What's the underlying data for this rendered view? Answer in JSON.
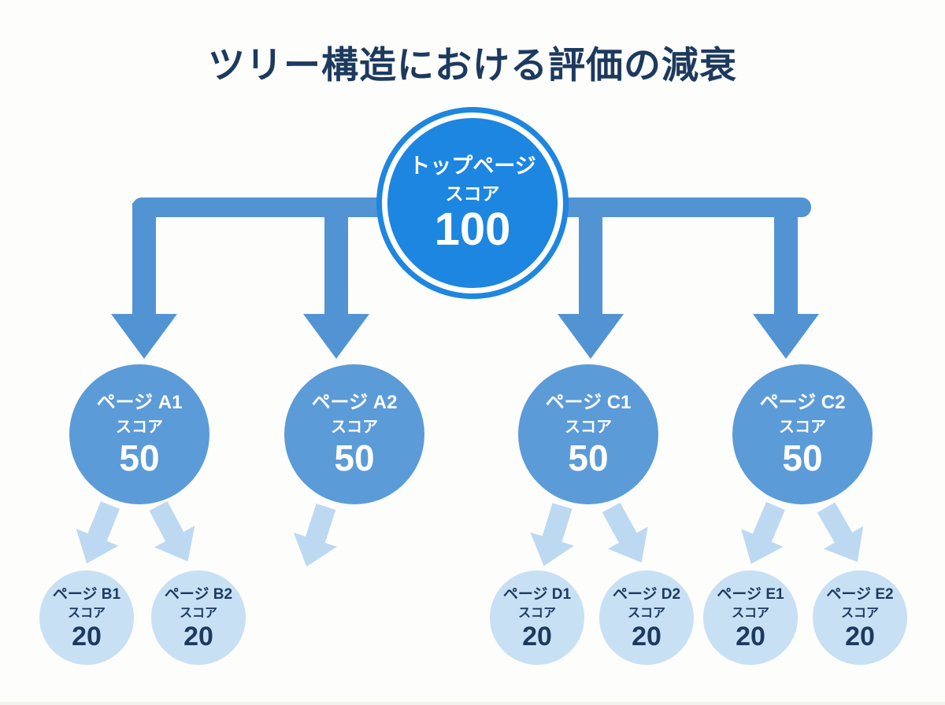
{
  "title": "ツリー構造における評価の減衰",
  "palette": {
    "title_text": "#1d3a5e",
    "root_fill": "#1d86e0",
    "branch_fill": "#5b9bd8",
    "connector": "#5294d3",
    "light_arrow": "#bdd9f2",
    "leaf_fill": "#c7e0f4",
    "leaf_text": "#1d3a5e",
    "circle_text": "#ffffff",
    "background": "#fdfdfc"
  },
  "root": {
    "label": "トップページ",
    "score_label": "スコア",
    "score": "100"
  },
  "branches": [
    {
      "id": "A1",
      "label": "ページ A1",
      "score_label": "スコア",
      "score": "50"
    },
    {
      "id": "A2",
      "label": "ページ A2",
      "score_label": "スコア",
      "score": "50"
    },
    {
      "id": "C1",
      "label": "ページ C1",
      "score_label": "スコア",
      "score": "50"
    },
    {
      "id": "C2",
      "label": "ページ C2",
      "score_label": "スコア",
      "score": "50"
    }
  ],
  "leaves": [
    {
      "id": "B1",
      "label": "ページ B1",
      "score_label": "スコア",
      "score": "20"
    },
    {
      "id": "B2",
      "label": "ページ B2",
      "score_label": "スコア",
      "score": "20"
    },
    {
      "id": "D1",
      "label": "ページ D1",
      "score_label": "スコア",
      "score": "20"
    },
    {
      "id": "D2",
      "label": "ページ D2",
      "score_label": "スコア",
      "score": "20"
    },
    {
      "id": "E1",
      "label": "ページ E1",
      "score_label": "スコア",
      "score": "20"
    },
    {
      "id": "E2",
      "label": "ページ E2",
      "score_label": "スコア",
      "score": "20"
    }
  ],
  "structure_note": {
    "root_children": "A1, A2, C1, C2",
    "A1_children": "B1, B2",
    "A2_children": "(矢印のみ)",
    "C1_children": "D1, D2",
    "C2_children": "E1, E2"
  }
}
